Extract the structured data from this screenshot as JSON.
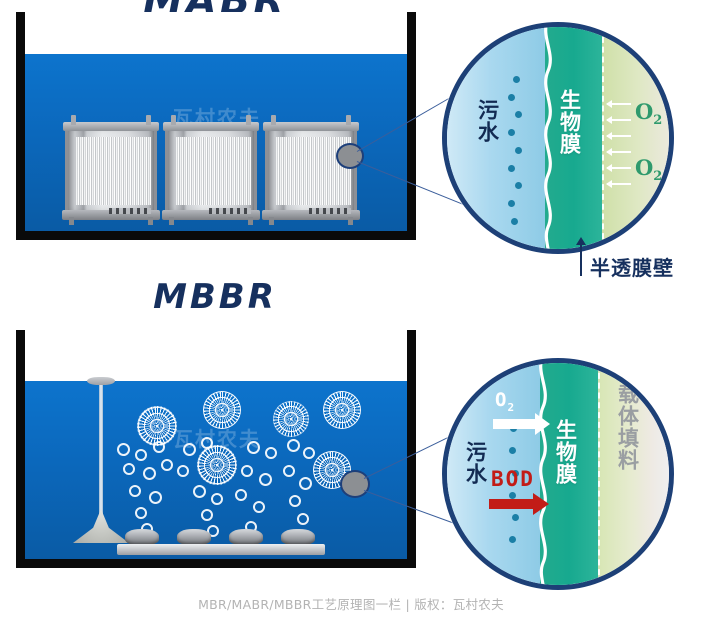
{
  "titles": {
    "mabr": "MABR",
    "mbbr": "MBBR"
  },
  "watermark": {
    "text": "瓦村农夫"
  },
  "mabr_panel": {
    "tank_name": "MABR membrane tank",
    "module_count": 3,
    "zoom_circle": {
      "zones": [
        {
          "key": "wastewater",
          "label": "污水",
          "color": "#a9d8ef",
          "text_color": "#122a52"
        },
        {
          "key": "biofilm",
          "label": "生物膜",
          "color": "#17a98f",
          "text_color": "#ffffff"
        },
        {
          "key": "oxygen_side",
          "label": "",
          "color": "#dfe8c4",
          "text_color": "#2f9a6d"
        }
      ],
      "gas_label": "O₂",
      "gas_label_plain": "O",
      "gas_sub": "2",
      "gas_count": 2,
      "arrow_count": 6,
      "arrow_direction": "left",
      "arrow_color": "#ffffff",
      "dot_count": 9,
      "dot_color": "#1b7fa6"
    },
    "wall_label": "半透膜壁"
  },
  "mbbr_panel": {
    "tank_name": "MBBR carrier tank",
    "carrier_count": 6,
    "diffuser_count": 4,
    "zoom_circle": {
      "zones": [
        {
          "key": "wastewater",
          "label": "污水",
          "color": "#a9d8ef",
          "text_color": "#122a52"
        },
        {
          "key": "biofilm",
          "label": "生物膜",
          "color": "#17a98f",
          "text_color": "#ffffff"
        },
        {
          "key": "carrier",
          "label": "载体填料",
          "color": "#e6ebcf",
          "text_color": "#9a9ea2"
        }
      ],
      "o2_label_plain": "O",
      "o2_sub": "2",
      "o2_arrow_color": "#ffffff",
      "bod_label": "BOD",
      "bod_arrow_color": "#c21c17",
      "dot_count": 6,
      "dot_color": "#1b7fa6"
    }
  },
  "colors": {
    "water": "#0b68bc",
    "tank_wall": "#0a0a0a",
    "title": "#16305e",
    "circle_border": "#1d4077",
    "leader_line": "#3b5e9b",
    "marker_fill": "#8c8f93",
    "caption": "#b3b3b3"
  },
  "caption": {
    "text": "MBR/MABR/MBBR工艺原理图一栏 | 版权：瓦村农夫"
  }
}
